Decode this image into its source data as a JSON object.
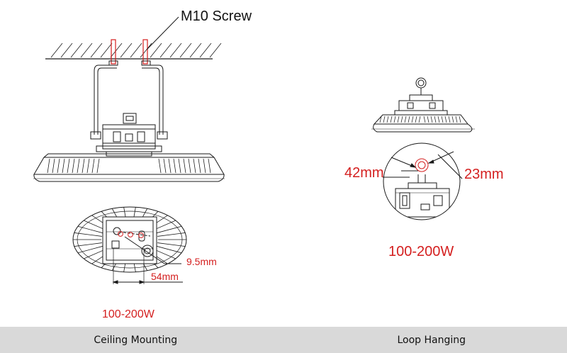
{
  "labels": {
    "screw": "M10 Screw",
    "hole_size": "9.5mm",
    "hole_spacing": "54mm",
    "left_power": "100-200W",
    "right_width": "42mm",
    "right_height": "23mm",
    "right_power": "100-200W"
  },
  "captions": {
    "left": "Ceiling Mounting",
    "right": "Loop Hanging"
  },
  "colors": {
    "line": "#1a1a1a",
    "accent": "#d41f1f",
    "caption_bg": "#d9d9d9"
  }
}
